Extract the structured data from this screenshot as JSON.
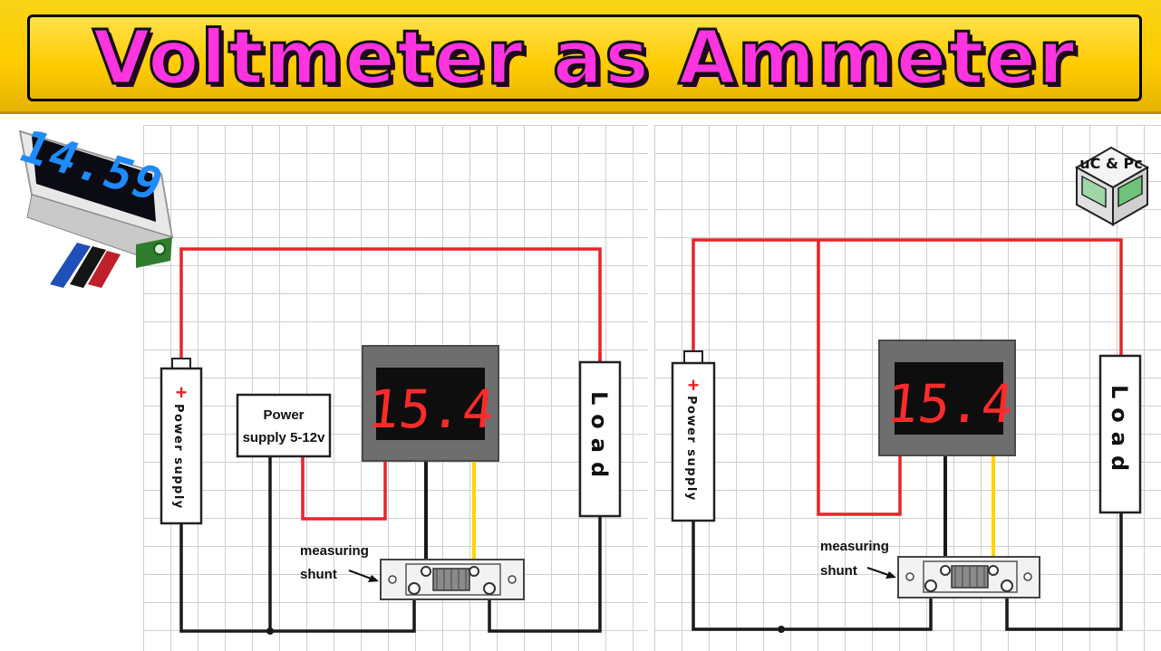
{
  "banner": {
    "title": "Voltmeter as Ammeter"
  },
  "display_module": {
    "reading": "14.59"
  },
  "logo": {
    "text": "uC & Pc"
  },
  "left_circuit": {
    "supply_plus": "+",
    "supply_label": "Power supply",
    "aux_supply_label_line1": "Power",
    "aux_supply_label_line2": "supply 5-12v",
    "meter_reading": "15.4",
    "load_label": "Load",
    "shunt_label_line1": "measuring",
    "shunt_label_line2": "shunt"
  },
  "right_circuit": {
    "supply_plus": "+",
    "supply_label": "Power supply",
    "meter_reading": "15.4",
    "load_label": "Load",
    "shunt_label_line1": "measuring",
    "shunt_label_line2": "shunt"
  },
  "colors": {
    "banner_bg": "#ffcc00",
    "title_fill": "#ff33e0",
    "wire_positive": "#e8232a",
    "wire_negative": "#1a1a1a",
    "wire_sense": "#ffd400",
    "segment_red": "#ff2b2b",
    "segment_blue": "#1e8bff"
  }
}
